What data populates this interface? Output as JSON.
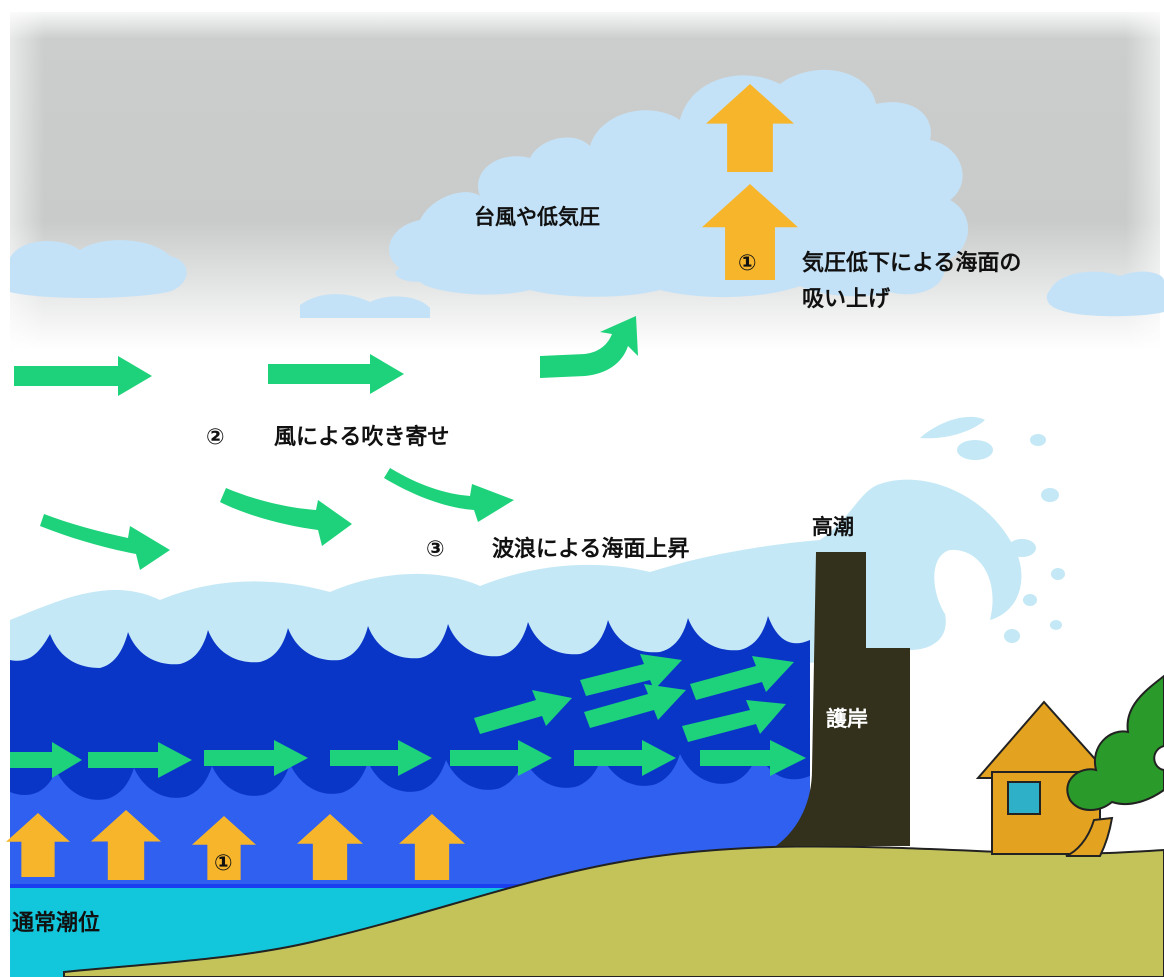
{
  "labels": {
    "typhoon": "台風や低気圧",
    "cause1_marker": "①",
    "cause1_line1": "気圧低下による海面の",
    "cause1_line2": "吸い上げ",
    "cause2_marker": "②",
    "cause2_text": "風による吹き寄せ",
    "cause3_marker": "③",
    "cause3_text": "波浪による海面上昇",
    "high_tide": "高潮",
    "seawall": "護岸",
    "sea_marker": "①",
    "normal_tide": "通常潮位"
  },
  "colors": {
    "sky_gray": "#c9cbcb",
    "cloud": "#c4e2f7",
    "pressure_arrow": "#f7b52c",
    "wind_arrow": "#1dd27a",
    "sea_dark": "#0a36c8",
    "sea_mid": "#2f60f0",
    "sea_normal": "#12c6dc",
    "surge_light": "#c4e8f6",
    "seawall": "#33301c",
    "land": "#c3c35a",
    "house": "#e3a21f",
    "house_window": "#2fb0c9",
    "tree": "#2a9a2a"
  }
}
